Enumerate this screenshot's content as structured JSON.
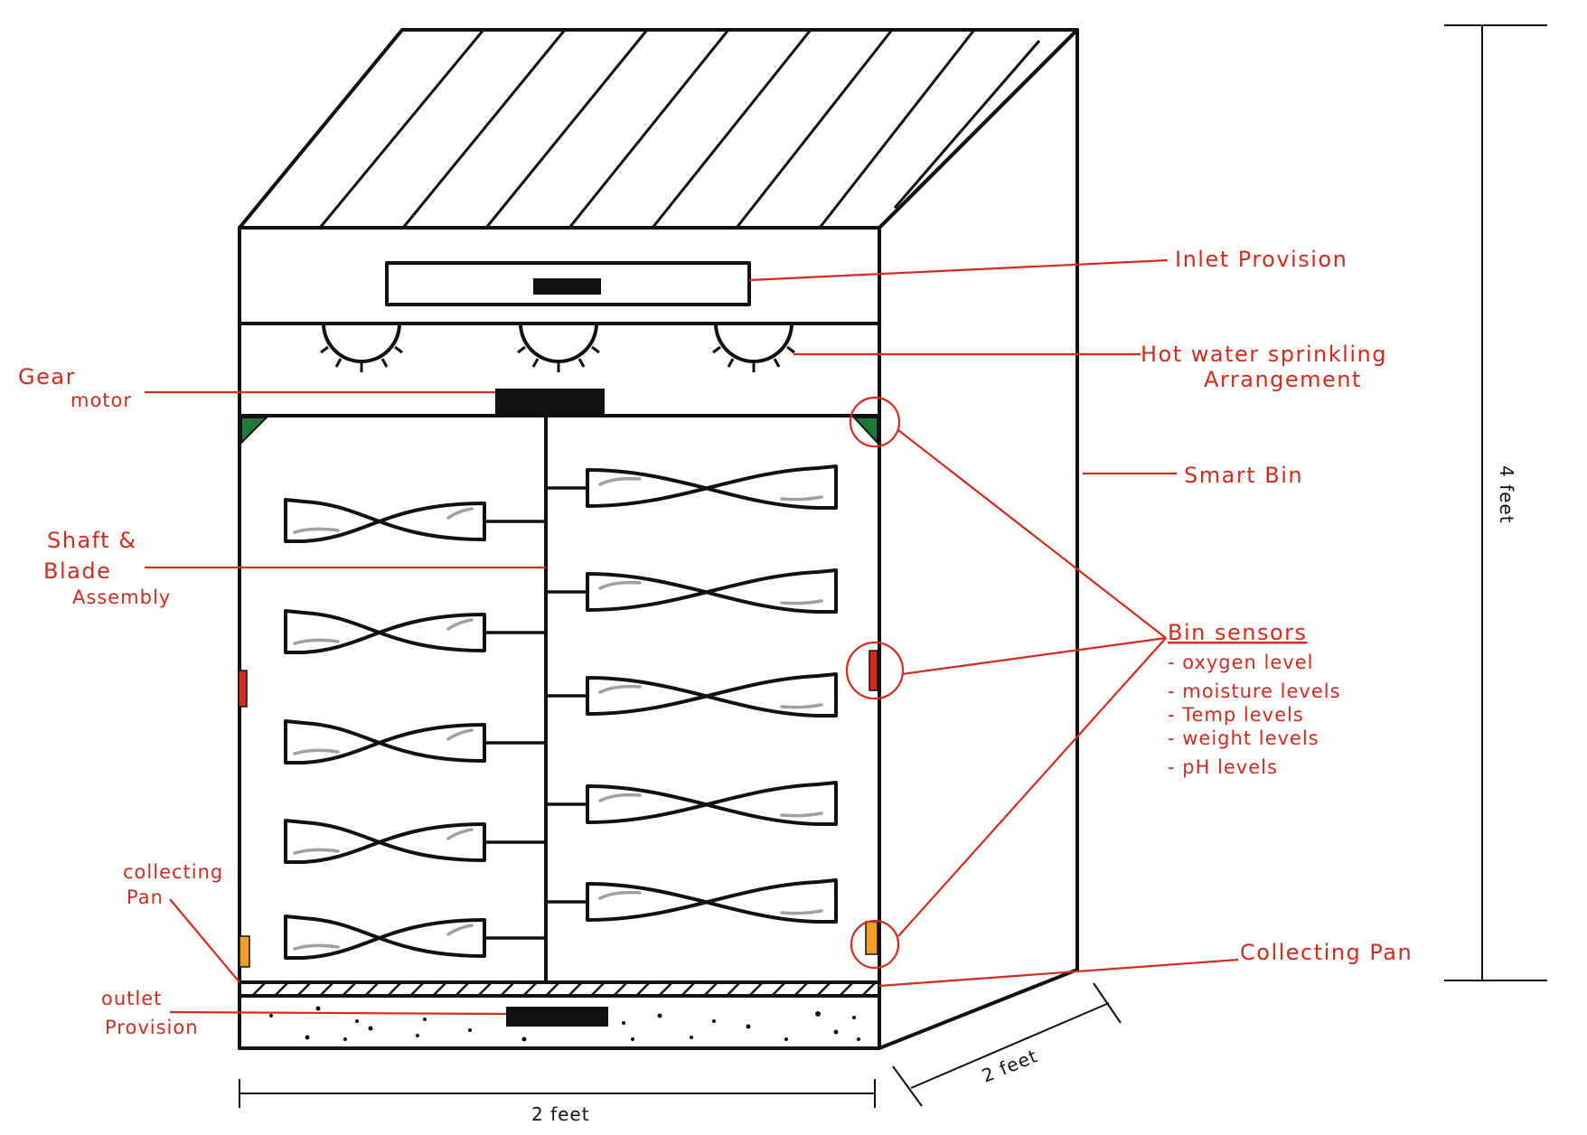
{
  "colors": {
    "ink": "#111111",
    "annotation": "#d42b1f",
    "bracket": "#1f7a3a",
    "sensor_red": "#d42b1f",
    "sensor_orange": "#f0a020",
    "blade_highlight": "#a0a0a0"
  },
  "labels": {
    "inlet_provision": "Inlet Provision",
    "hot_water_line1": "Hot water sprinkling",
    "hot_water_line2": "Arrangement",
    "gear_line1": "Gear",
    "gear_line2": "motor",
    "smart_bin": "Smart Bin",
    "shaft_line1": "Shaft &",
    "shaft_line2": "Blade",
    "shaft_line3": "Assembly",
    "bin_sensors_title": "Bin sensors",
    "sensor_items": [
      "- oxygen level",
      "- moisture levels",
      "- Temp levels",
      "- weight levels",
      "- pH levels"
    ],
    "collecting_left_line1": "collecting",
    "collecting_left_line2": "Pan",
    "collecting_right": "Collecting Pan",
    "outlet_line1": "outlet",
    "outlet_line2": "Provision"
  },
  "dimensions": {
    "height": "4 feet",
    "width": "2 feet",
    "depth": "2 feet"
  }
}
